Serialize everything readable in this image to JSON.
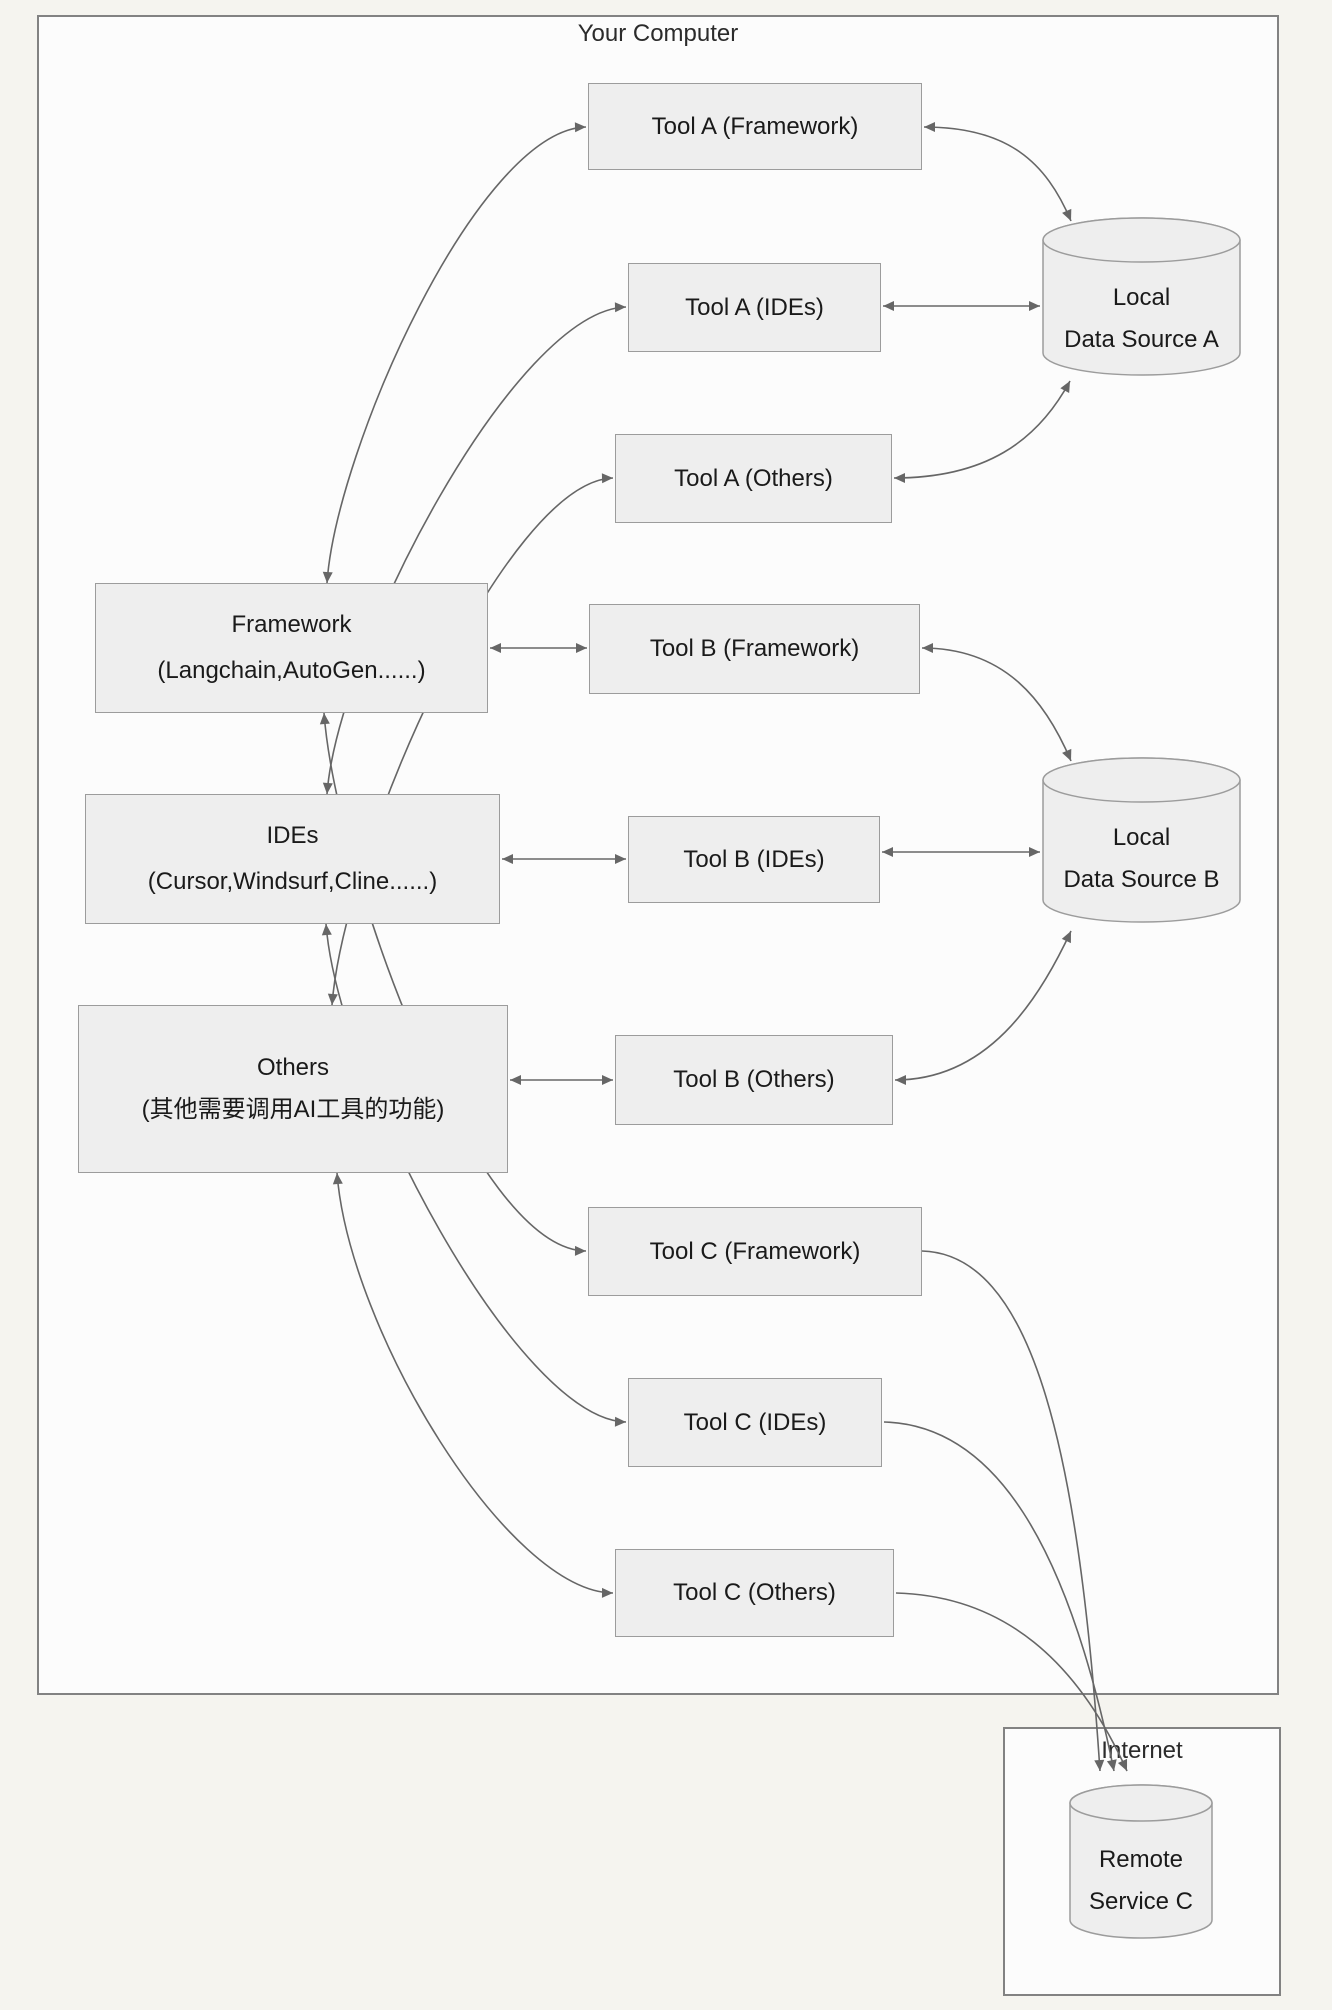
{
  "colors": {
    "page_bg": "#f5f4ef",
    "group_fill": "#fcfcfc",
    "group_border": "#828282",
    "node_fill": "#eeeeee",
    "node_border": "#9c9c9c",
    "edge": "#666666",
    "text": "#1a1a1a"
  },
  "groups": {
    "your_computer": {
      "label": "Your Computer"
    },
    "internet": {
      "label": "Internet"
    }
  },
  "hosts": {
    "framework": {
      "line1": "Framework",
      "line2": "(Langchain,AutoGen......)"
    },
    "ides": {
      "line1": "IDEs",
      "line2": "(Cursor,Windsurf,Cline......)"
    },
    "others": {
      "line1": "Others",
      "line2": "(其他需要调用AI工具的功能)"
    }
  },
  "tools": {
    "tool_a_framework": {
      "label": "Tool A (Framework)"
    },
    "tool_a_ides": {
      "label": "Tool A (IDEs)"
    },
    "tool_a_others": {
      "label": "Tool A (Others)"
    },
    "tool_b_framework": {
      "label": "Tool B (Framework)"
    },
    "tool_b_ides": {
      "label": "Tool B (IDEs)"
    },
    "tool_b_others": {
      "label": "Tool B (Others)"
    },
    "tool_c_framework": {
      "label": "Tool C (Framework)"
    },
    "tool_c_ides": {
      "label": "Tool C (IDEs)"
    },
    "tool_c_others": {
      "label": "Tool C (Others)"
    }
  },
  "datastores": {
    "local_a": {
      "line1": "Local",
      "line2": "Data Source A"
    },
    "local_b": {
      "line1": "Local",
      "line2": "Data Source B"
    },
    "remote_c": {
      "line1": "Remote",
      "line2": "Service C"
    }
  }
}
